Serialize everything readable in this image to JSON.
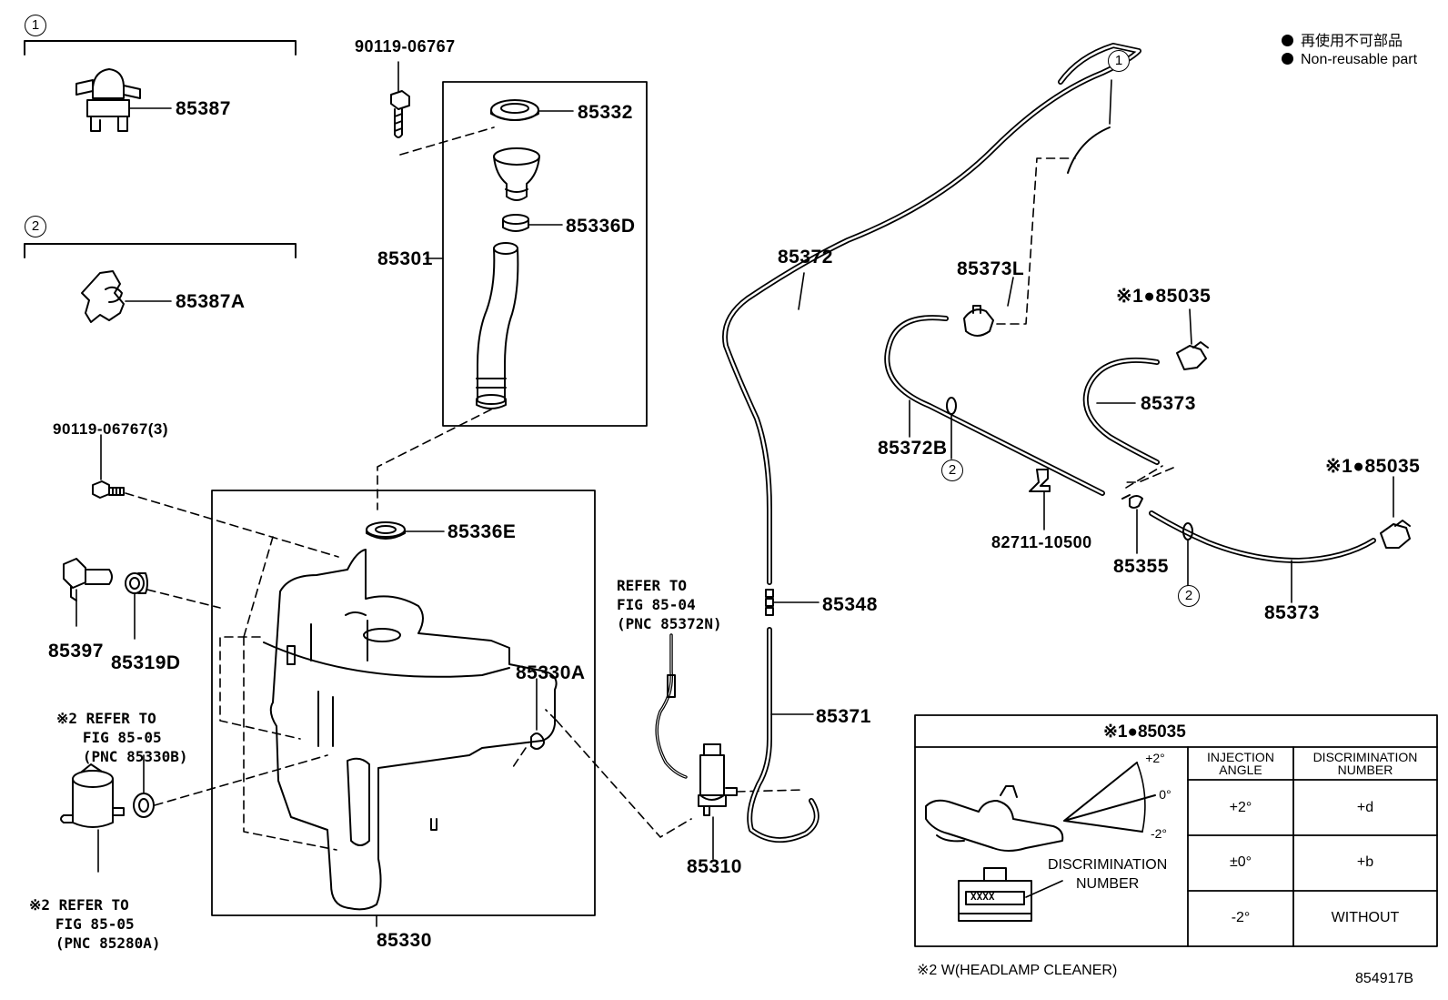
{
  "legend": {
    "jp": "再使用不可部品",
    "en": "Non-reusable part"
  },
  "callouts": {
    "one": "1",
    "two": "2"
  },
  "parts": {
    "p85387": "85387",
    "p85387A": "85387A",
    "p9011906767_top": "90119-06767",
    "p85332": "85332",
    "p85336D": "85336D",
    "p85301": "85301",
    "p9011906767_3": "90119-06767(3)",
    "p85336E": "85336E",
    "p85397": "85397",
    "p85319D": "85319D",
    "p85330A": "85330A",
    "p85330": "85330",
    "p85310": "85310",
    "p85348": "85348",
    "p85371": "85371",
    "p85372": "85372",
    "p85373L": "85373L",
    "p85372B": "85372B",
    "p85035_a": "※1●85035",
    "p85373_a": "85373",
    "p82711": "82711-10500",
    "p85355": "85355",
    "p85035_b": "※1●85035",
    "p85373_b": "85373"
  },
  "notes": {
    "refer_85_04": "REFER TO\nFIG 85-04\n(PNC 85372N)",
    "refer_85330B": "※2 REFER TO\n   FIG 85-05\n   (PNC 85330B)",
    "refer_85280A": "※2 REFER TO\n   FIG 85-05\n   (PNC 85280A)"
  },
  "inset": {
    "title": "※1●85035",
    "col_angle": "INJECTION ANGLE",
    "col_disc": "DISCRIMINATION NUMBER",
    "rows": [
      {
        "angle": "+2°",
        "disc": "+d"
      },
      {
        "angle": "±0°",
        "disc": "+b"
      },
      {
        "angle": "-2°",
        "disc": "WITHOUT"
      }
    ],
    "fan_labels": {
      "up": "+2°",
      "mid": "0°",
      "down": "-2°"
    },
    "disc_label": "DISCRIMINATION\nNUMBER",
    "stamp": "XXXX"
  },
  "footnote": "※2 W(HEADLAMP CLEANER)",
  "figure_code": "854917B"
}
